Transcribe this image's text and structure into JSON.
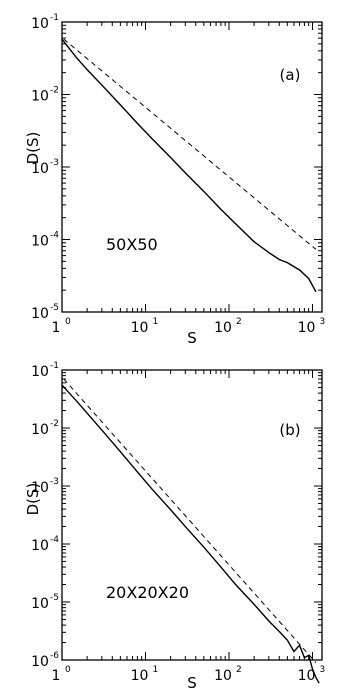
{
  "chart_data": [
    {
      "type": "line",
      "panel": "(a)",
      "annotation": "50X50",
      "xlabel": "S",
      "ylabel": "D(S)",
      "xscale": "log",
      "yscale": "log",
      "xlim": [
        1,
        1300
      ],
      "ylim": [
        1e-05,
        0.1
      ],
      "x_tick_labels": [
        "1",
        "10",
        "10",
        "10"
      ],
      "x_tick_exponents": [
        "0",
        "1",
        "2",
        "3"
      ],
      "y_tick_labels": [
        "10",
        "10",
        "10",
        "10",
        "10"
      ],
      "y_tick_exponents": [
        "-5",
        "-4",
        "-3",
        "-2",
        "-1"
      ],
      "grid": false,
      "series": [
        {
          "style": "solid",
          "x": [
            1,
            1.5,
            2,
            3,
            5,
            8,
            12,
            20,
            30,
            50,
            80,
            120,
            200,
            300,
            400,
            500,
            700,
            900,
            1100
          ],
          "y": [
            0.058,
            0.032,
            0.022,
            0.0135,
            0.0072,
            0.004,
            0.00245,
            0.00135,
            0.00083,
            0.00046,
            0.00026,
            0.000165,
            9.3e-05,
            6.6e-05,
            5.3e-05,
            4.8e-05,
            3.8e-05,
            2.9e-05,
            1.9e-05
          ]
        },
        {
          "style": "dashed",
          "x": [
            1.05,
            1100
          ],
          "y": [
            0.058,
            7.3e-05
          ]
        }
      ]
    },
    {
      "type": "line",
      "panel": "(b)",
      "annotation": "20X20X20",
      "xlabel": "S",
      "ylabel": "D(S)",
      "xscale": "log",
      "yscale": "log",
      "xlim": [
        1,
        1300
      ],
      "ylim": [
        1e-06,
        0.1
      ],
      "x_tick_labels": [
        "1",
        "10",
        "10",
        "10"
      ],
      "x_tick_exponents": [
        "0",
        "1",
        "2",
        "3"
      ],
      "y_tick_labels": [
        "10",
        "10",
        "10",
        "10",
        "10",
        "10"
      ],
      "y_tick_exponents": [
        "-6",
        "-5",
        "-4",
        "-3",
        "-2",
        "-1"
      ],
      "grid": false,
      "series": [
        {
          "style": "solid",
          "x": [
            1,
            1.5,
            2,
            3,
            5,
            8,
            12,
            20,
            30,
            50,
            80,
            120,
            200,
            300,
            400,
            500,
            600,
            700,
            800,
            900,
            1000,
            1100,
            1200
          ],
          "y": [
            0.055,
            0.029,
            0.018,
            0.0092,
            0.0039,
            0.00175,
            0.00088,
            0.00039,
            0.0002,
            8.8e-05,
            4e-05,
            2e-05,
            9.1e-06,
            4.7e-06,
            3.1e-06,
            2.2e-06,
            1.4e-06,
            1.8e-06,
            1.1e-06,
            1.2e-06,
            7e-07,
            5e-07,
            4e-07
          ]
        },
        {
          "style": "dashed",
          "x": [
            1.05,
            1100
          ],
          "y": [
            0.07,
            9e-07
          ]
        }
      ]
    }
  ]
}
